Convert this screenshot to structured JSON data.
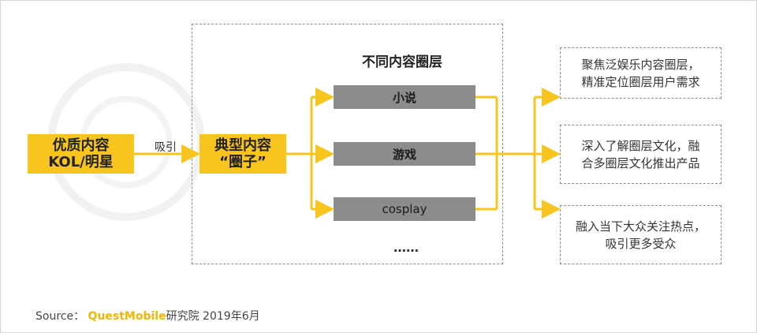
{
  "source_box": {
    "line1": "优质内容",
    "line2": "KOL/明星"
  },
  "attract_label": "吸引",
  "circle_box": {
    "line1": "典型内容",
    "line2": "“圈子”"
  },
  "group_title": "不同内容圈层",
  "categories": [
    "小说",
    "游戏",
    "cosplay"
  ],
  "more": "……",
  "outcomes": [
    {
      "line1": "聚焦泛娱乐内容圈层，",
      "line2": "精准定位圈层用户需求"
    },
    {
      "line1": "深入了解圈层文化，融",
      "line2": "合多圈层文化推出产品"
    },
    {
      "line1": "融入当下大众关注热点，",
      "line2": "吸引更多受众"
    }
  ],
  "footer": {
    "prefix": "Source：",
    "brand": "QuestMobile",
    "suffix": "研究院 2019年6月"
  },
  "colors": {
    "accent": "#f7c51e",
    "gray": "#8c8c8c"
  }
}
